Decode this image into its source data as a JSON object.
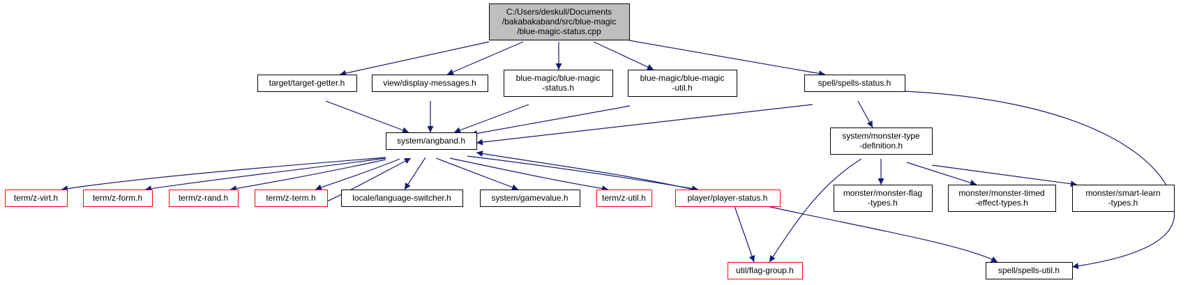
{
  "graph": {
    "colors": {
      "edge": "#191970",
      "red_border": "#ff0000",
      "root_fill": "#bfbfbf"
    },
    "nodes": [
      {
        "id": "root",
        "lines": [
          "C:/Users/deskull/Documents",
          "/bakabakaband/src/blue-magic",
          "/blue-magic-status.cpp"
        ],
        "style": "root"
      },
      {
        "id": "target_getter",
        "lines": [
          "target/target-getter.h"
        ],
        "style": "normal"
      },
      {
        "id": "display_messages",
        "lines": [
          "view/display-messages.h"
        ],
        "style": "normal"
      },
      {
        "id": "bm_status",
        "lines": [
          "blue-magic/blue-magic",
          "-status.h"
        ],
        "style": "normal"
      },
      {
        "id": "bm_util",
        "lines": [
          "blue-magic/blue-magic",
          "-util.h"
        ],
        "style": "normal"
      },
      {
        "id": "spells_status",
        "lines": [
          "spell/spells-status.h"
        ],
        "style": "normal"
      },
      {
        "id": "angband",
        "lines": [
          "system/angband.h"
        ],
        "style": "normal"
      },
      {
        "id": "monster_type_def",
        "lines": [
          "system/monster-type",
          "-definition.h"
        ],
        "style": "normal"
      },
      {
        "id": "z_virt",
        "lines": [
          "term/z-virt.h"
        ],
        "style": "red"
      },
      {
        "id": "z_form",
        "lines": [
          "term/z-form.h"
        ],
        "style": "red"
      },
      {
        "id": "z_rand",
        "lines": [
          "term/z-rand.h"
        ],
        "style": "red"
      },
      {
        "id": "z_term",
        "lines": [
          "term/z-term.h"
        ],
        "style": "red"
      },
      {
        "id": "lang_switcher",
        "lines": [
          "locale/language-switcher.h"
        ],
        "style": "normal"
      },
      {
        "id": "gamevalue",
        "lines": [
          "system/gamevalue.h"
        ],
        "style": "normal"
      },
      {
        "id": "z_util",
        "lines": [
          "term/z-util.h"
        ],
        "style": "red"
      },
      {
        "id": "player_status",
        "lines": [
          "player/player-status.h"
        ],
        "style": "red"
      },
      {
        "id": "monster_flag",
        "lines": [
          "monster/monster-flag",
          "-types.h"
        ],
        "style": "normal"
      },
      {
        "id": "monster_timed",
        "lines": [
          "monster/monster-timed",
          "-effect-types.h"
        ],
        "style": "normal"
      },
      {
        "id": "smart_learn",
        "lines": [
          "monster/smart-learn",
          "-types.h"
        ],
        "style": "normal"
      },
      {
        "id": "flag_group",
        "lines": [
          "util/flag-group.h"
        ],
        "style": "red"
      },
      {
        "id": "spells_util",
        "lines": [
          "spell/spells-util.h"
        ],
        "style": "normal"
      }
    ],
    "edges": [
      {
        "from": "root",
        "to": "target_getter"
      },
      {
        "from": "root",
        "to": "display_messages"
      },
      {
        "from": "root",
        "to": "bm_status"
      },
      {
        "from": "root",
        "to": "bm_util"
      },
      {
        "from": "root",
        "to": "spells_status"
      },
      {
        "from": "target_getter",
        "to": "angband"
      },
      {
        "from": "display_messages",
        "to": "angband"
      },
      {
        "from": "bm_status",
        "to": "angband"
      },
      {
        "from": "bm_util",
        "to": "angband"
      },
      {
        "from": "spells_status",
        "to": "angband"
      },
      {
        "from": "spells_status",
        "to": "monster_type_def"
      },
      {
        "from": "spells_status",
        "to": "spells_util"
      },
      {
        "from": "angband",
        "to": "z_virt"
      },
      {
        "from": "angband",
        "to": "z_form"
      },
      {
        "from": "angband",
        "to": "z_rand"
      },
      {
        "from": "angband",
        "to": "z_term"
      },
      {
        "from": "z_term",
        "to": "angband"
      },
      {
        "from": "angband",
        "to": "lang_switcher"
      },
      {
        "from": "angband",
        "to": "gamevalue"
      },
      {
        "from": "angband",
        "to": "z_util"
      },
      {
        "from": "angband",
        "to": "player_status"
      },
      {
        "from": "player_status",
        "to": "angband"
      },
      {
        "from": "player_status",
        "to": "flag_group"
      },
      {
        "from": "player_status",
        "to": "spells_util"
      },
      {
        "from": "monster_type_def",
        "to": "flag_group"
      },
      {
        "from": "monster_type_def",
        "to": "monster_flag"
      },
      {
        "from": "monster_type_def",
        "to": "monster_timed"
      },
      {
        "from": "monster_type_def",
        "to": "smart_learn"
      }
    ]
  }
}
